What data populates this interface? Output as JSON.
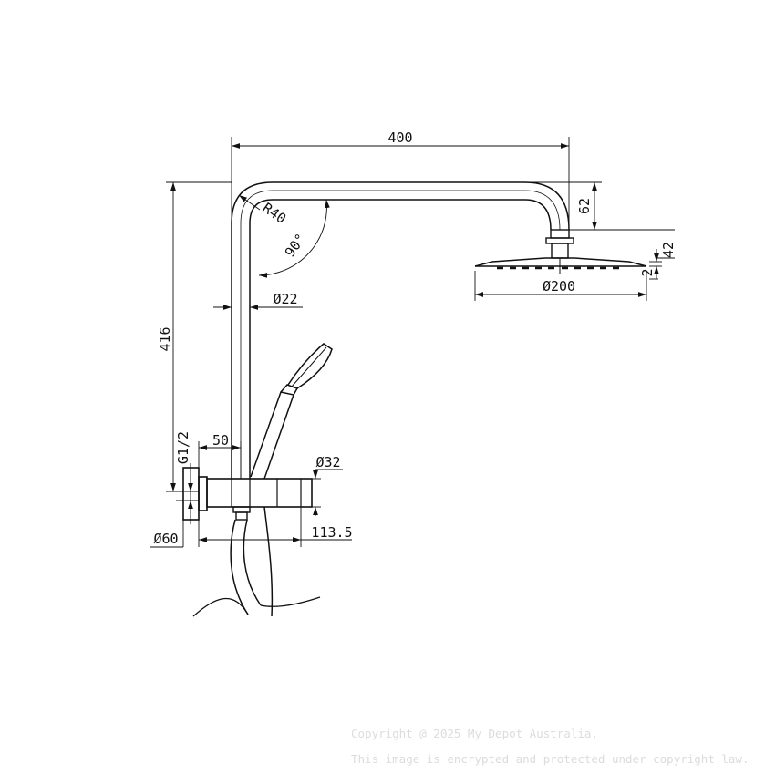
{
  "dimensions": {
    "arm_length": "400",
    "arm_drop": "62",
    "riser_height": "416",
    "bend_radius": "R40",
    "bend_angle": "90°",
    "riser_diameter": "Ø22",
    "head_diameter": "Ø200",
    "head_thickness": "2",
    "head_offset": "42",
    "inlet_thread": "G1/2",
    "wall_offset": "50",
    "holder_diameter": "Ø32",
    "flange_diameter": "Ø60",
    "depth": "113.5"
  },
  "watermark": {
    "line1": "Copyright @ 2025 My Depot Australia.",
    "line2": "This image is encrypted and protected under copyright law."
  }
}
